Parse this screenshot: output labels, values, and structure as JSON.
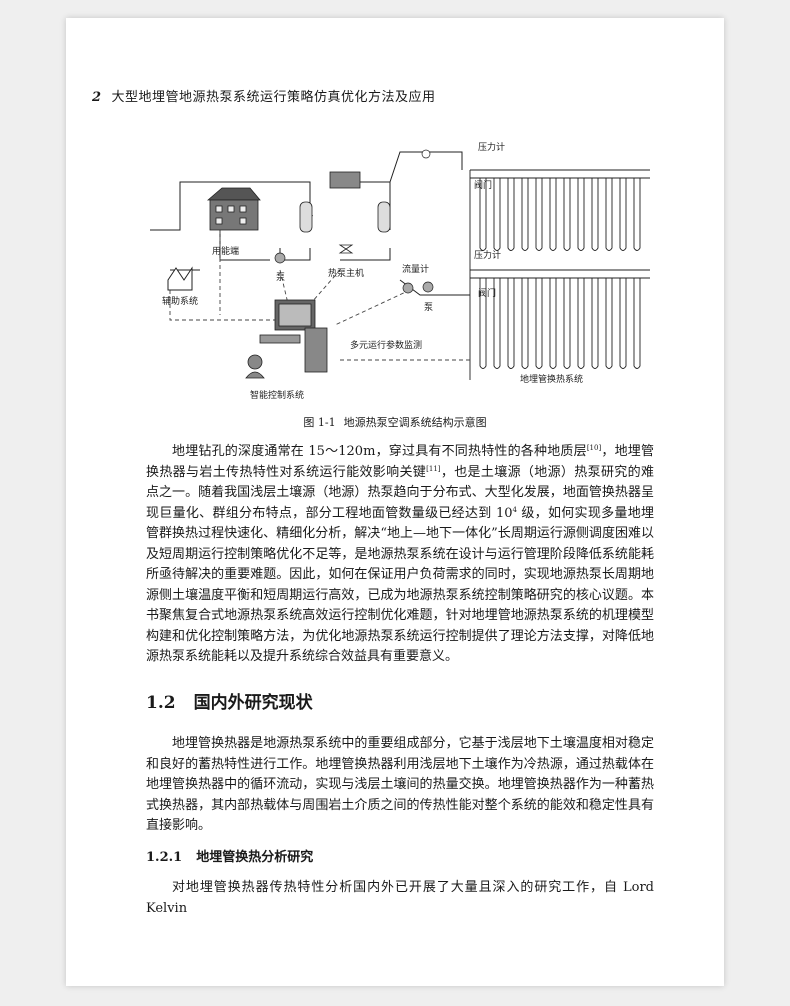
{
  "running_head": {
    "page_number": "2",
    "title": "大型地埋管地源热泵系统运行策略仿真优化方法及应用"
  },
  "figure": {
    "labels": {
      "pressure_gauge_top": "压力计",
      "valve_top": "阀门",
      "pressure_gauge_mid": "压力计",
      "valve_mid": "阀门",
      "flow_meter": "流量计",
      "pump_right": "泵",
      "pump_left": "泵",
      "user_end": "用能端",
      "heat_pump": "热泵主机",
      "aux_system": "辅助系统",
      "monitor": "多元运行参数监测",
      "control": "智能控制系统",
      "ground_hx": "地埋管换热系统"
    },
    "caption_number": "图 1-1",
    "caption_text": "地源热泵空调系统结构示意图"
  },
  "para1": {
    "a": "地埋钻孔的深度通常在 15～120m，穿过具有不同热特性的各种地质层",
    "ref_a": "[10]",
    "b": "，地埋管换热器与岩土传热特性对系统运行能效影响关键",
    "ref_b": "[11]",
    "c": "，也是土壤源（地源）热泵研究的难点之一。随着我国浅层土壤源（地源）热泵趋向于分布式、大型化发展，地面管换热器呈现巨量化、群组分布特点，部分工程地面管数量级已经达到 10",
    "exp": "4",
    "d": " 级，如何实现多量地埋管群换热过程快速化、精细化分析，解决“地上—地下一体化”长周期运行源侧调度困难以及短周期运行控制策略优化不足等，是地源热泵系统在设计与运行管理阶段降低系统能耗所亟待解决的重要难题。因此，如何在保证用户负荷需求的同时，实现地源热泵长周期地源侧土壤温度平衡和短周期运行高效，已成为地源热泵系统控制策略研究的核心议题。本书聚焦复合式地源热泵系统高效运行控制优化难题，针对地埋管地源热泵系统的机理模型构建和优化控制策略方法，为优化地源热泵系统运行控制提供了理论方法支撑，对降低地源热泵系统能耗以及提升系统综合效益具有重要意义。"
  },
  "section": {
    "number": "1.2",
    "title": "国内外研究现状"
  },
  "para2": "地埋管换热器是地源热泵系统中的重要组成部分，它基于浅层地下土壤温度相对稳定和良好的蓄热特性进行工作。地埋管换热器利用浅层地下土壤作为冷热源，通过热载体在地埋管换热器中的循环流动，实现与浅层土壤间的热量交换。地埋管换热器作为一种蓄热式换热器，其内部热载体与周围岩土介质之间的传热性能对整个系统的能效和稳定性具有直接影响。",
  "subsection": {
    "number": "1.2.1",
    "title": "地埋管换热分析研究"
  },
  "para3": "对地埋管换热器传热特性分析国内外已开展了大量且深入的研究工作，自 Lord Kelvin"
}
